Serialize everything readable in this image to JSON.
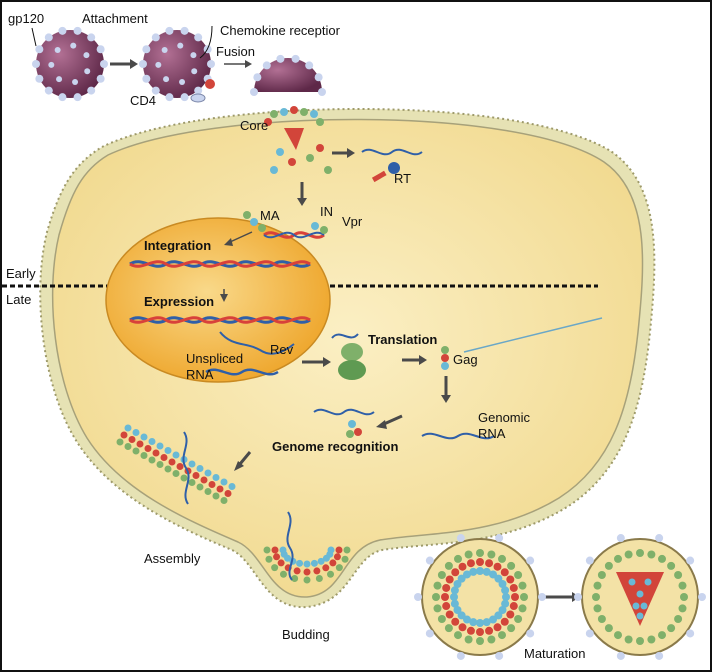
{
  "labels": {
    "gp120": "gp120",
    "attachment": "Attachment",
    "chemokine_receptor": "Chemokine receptior",
    "fusion": "Fusion",
    "cd4": "CD4",
    "core": "Core",
    "rt": "RT",
    "ma": "MA",
    "in": "IN",
    "vpr": "Vpr",
    "integration": "Integration",
    "early": "Early",
    "late": "Late",
    "expression": "Expression",
    "unspliced": "Unspliced",
    "rna": "RNA",
    "rev": "Rev",
    "translation": "Translation",
    "gag": "Gag",
    "genomic": "Genomic",
    "genomic_rna": "RNA",
    "genome_recognition": "Genome recognition",
    "assembly": "Assembly",
    "budding": "Budding",
    "maturation": "Maturation"
  },
  "colors": {
    "cytoplasm": "#f6e2a6",
    "nucleus": "#f2b53a",
    "virion": "#8a4a6e",
    "spike": "#c9d4ee",
    "membrane": "#c9c48c",
    "protein_red": "#d2453a",
    "protein_green": "#7fb06a",
    "protein_blue": "#69b9d6",
    "dna_red": "#d8413a",
    "dna_blue": "#2f5fa8"
  }
}
